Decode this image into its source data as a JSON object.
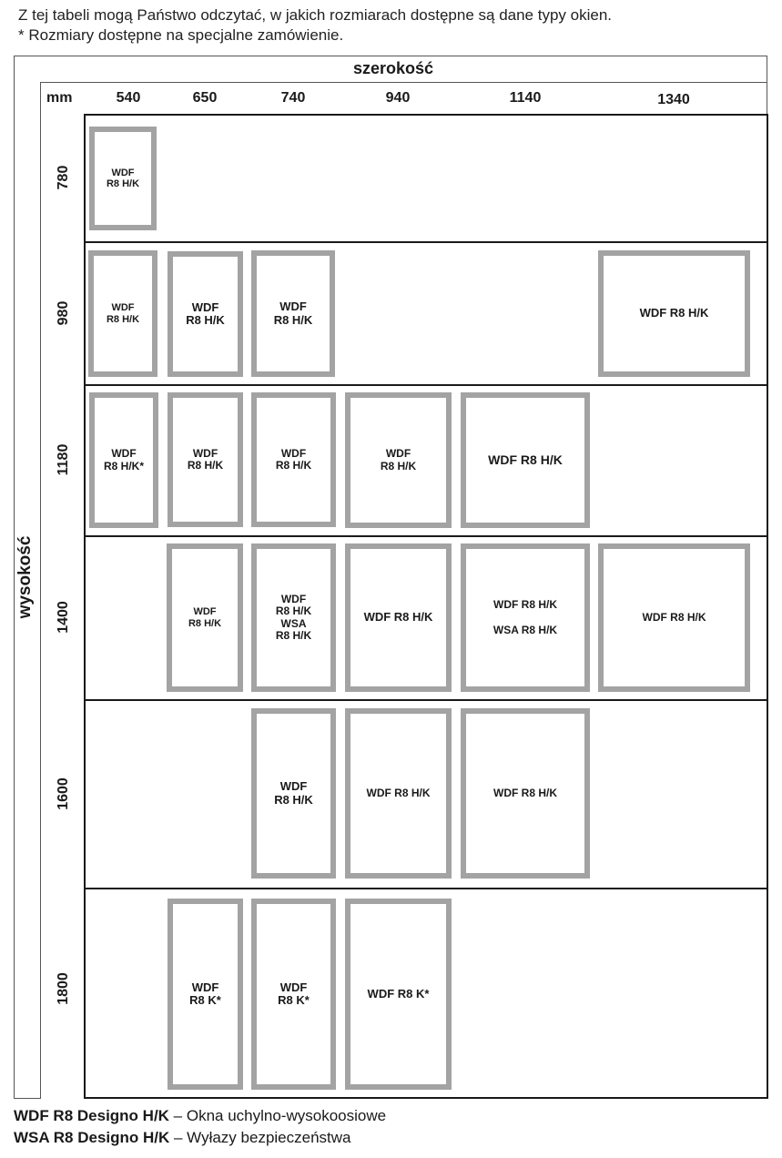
{
  "intro": {
    "line1": "Z tej tabeli mogą Państwo odczytać, w jakich rozmiarach dostępne są dane typy okien.",
    "line2": "* Rozmiary dostępne na specjalne zamówienie."
  },
  "table": {
    "width_title": "szerokość",
    "height_title": "wysokość",
    "unit": "mm",
    "widths": [
      "540",
      "650",
      "740",
      "940",
      "1140",
      "1340"
    ],
    "heights": [
      "780",
      "980",
      "1180",
      "1400",
      "1600",
      "1800"
    ],
    "windows": {
      "r780_c540": [
        "WDF",
        "R8 H/K"
      ],
      "r980_c540": [
        "WDF",
        "R8 H/K"
      ],
      "r980_c650": [
        "WDF",
        "R8 H/K"
      ],
      "r980_c740": [
        "WDF",
        "R8 H/K"
      ],
      "r980_c1340": [
        "WDF R8 H/K"
      ],
      "r1180_c540": [
        "WDF",
        "R8 H/K*"
      ],
      "r1180_c650": [
        "WDF",
        "R8 H/K"
      ],
      "r1180_c740": [
        "WDF",
        "R8 H/K"
      ],
      "r1180_c940": [
        "WDF",
        "R8 H/K"
      ],
      "r1180_c1140": [
        "WDF R8 H/K"
      ],
      "r1400_c650": [
        "WDF",
        "R8 H/K"
      ],
      "r1400_c740": [
        "WDF",
        "R8 H/K",
        "WSA",
        "R8 H/K"
      ],
      "r1400_c940": [
        "WDF R8 H/K"
      ],
      "r1400_c1140": [
        "WDF R8 H/K",
        "WSA R8 H/K"
      ],
      "r1400_c1340": [
        "WDF R8 H/K"
      ],
      "r1600_c740": [
        "WDF",
        "R8 H/K"
      ],
      "r1600_c940": [
        "WDF R8 H/K"
      ],
      "r1600_c1140": [
        "WDF R8 H/K"
      ],
      "r1800_c650": [
        "WDF",
        "R8 K*"
      ],
      "r1800_c740": [
        "WDF",
        "R8 K*"
      ],
      "r1800_c940": [
        "WDF R8 K*"
      ]
    }
  },
  "legend": [
    {
      "name": "WDF R8 Designo H/K",
      "desc": " – Okna uchylno-wysokoosiowe"
    },
    {
      "name": "WSA R8 Designo H/K",
      "desc": " – Wyłazy bezpieczeństwa"
    }
  ]
}
